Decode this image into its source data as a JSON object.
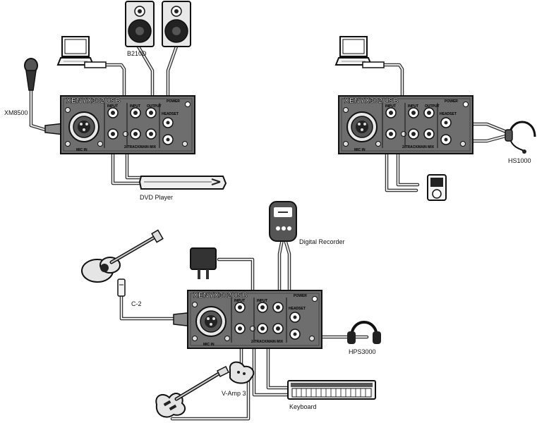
{
  "labels": {
    "speakers": "B210D",
    "microphone": "XM8500",
    "dvd_player": "DVD Player",
    "headset": "HS1000",
    "recorder": "Digital Recorder",
    "condenser_mic": "C-2",
    "headphones": "HPS3000",
    "guitar_amp": "V-Amp 3",
    "keyboard": "Keyboard"
  },
  "mixer": {
    "logo": "XENYX302USB",
    "power": "POWER",
    "headset": "HEADSET",
    "mic_in": "MIC IN",
    "input": "INPUT",
    "output": "OUTPUT",
    "two_track": "2-TRACK",
    "main_mix": "MAIN MIX"
  }
}
